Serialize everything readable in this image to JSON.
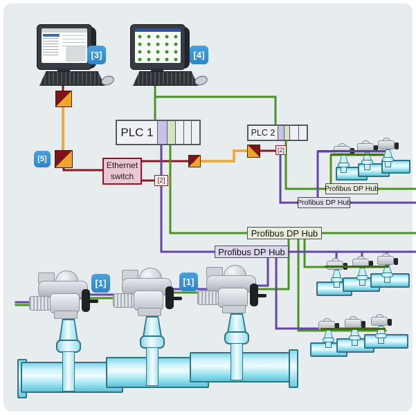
{
  "diagram_title": "Plant automation network with PLCs, Ethernet switch and Profibus DP hubs",
  "palette": {
    "background": "#e7ecef",
    "frame": "#ffffff",
    "orange_line": "#efa42c",
    "dark_red_line": "#8b1822",
    "green_line": "#4c9422",
    "purple_line": "#6444a8",
    "dark_green_wire": "#3f671d",
    "badge_blue": "#3d96d2",
    "pipe_cyan": "#9fe4f0",
    "plc_purple_segment": "#c9c2e7",
    "plc_green_segment": "#d3e3c5",
    "ethernet_switch_fill": "#eac7d3",
    "hub_green_fill": "#e9ecd6",
    "hub_purple_fill": "#dcd6ee"
  },
  "nodes": {
    "plc1": {
      "label": "PLC 1"
    },
    "plc2": {
      "label": "PLC 2"
    },
    "ethernet_switch": {
      "label_line1": "Ethernet",
      "label_line2": "switch"
    },
    "hub_green_main": {
      "label": "Profibus DP Hub"
    },
    "hub_purple_main": {
      "label": "Profibus DP Hub"
    },
    "hub_green_right": {
      "label": "Profibus DP Hub"
    },
    "hub_purple_right": {
      "label": "Profibus DP Hub"
    }
  },
  "refs": {
    "r1a": "[1]",
    "r1b": "[1]",
    "r2a": "[2]",
    "r2b": "[2]",
    "r3": "[3]",
    "r4": "[4]",
    "r5": "[5]"
  },
  "equipment": {
    "workstation_3": "engineering workstation",
    "workstation_4": "operator workstation",
    "large_actuators": 3,
    "small_valve_groups": 3,
    "small_valves_per_group": 3,
    "media_converters": 4
  }
}
